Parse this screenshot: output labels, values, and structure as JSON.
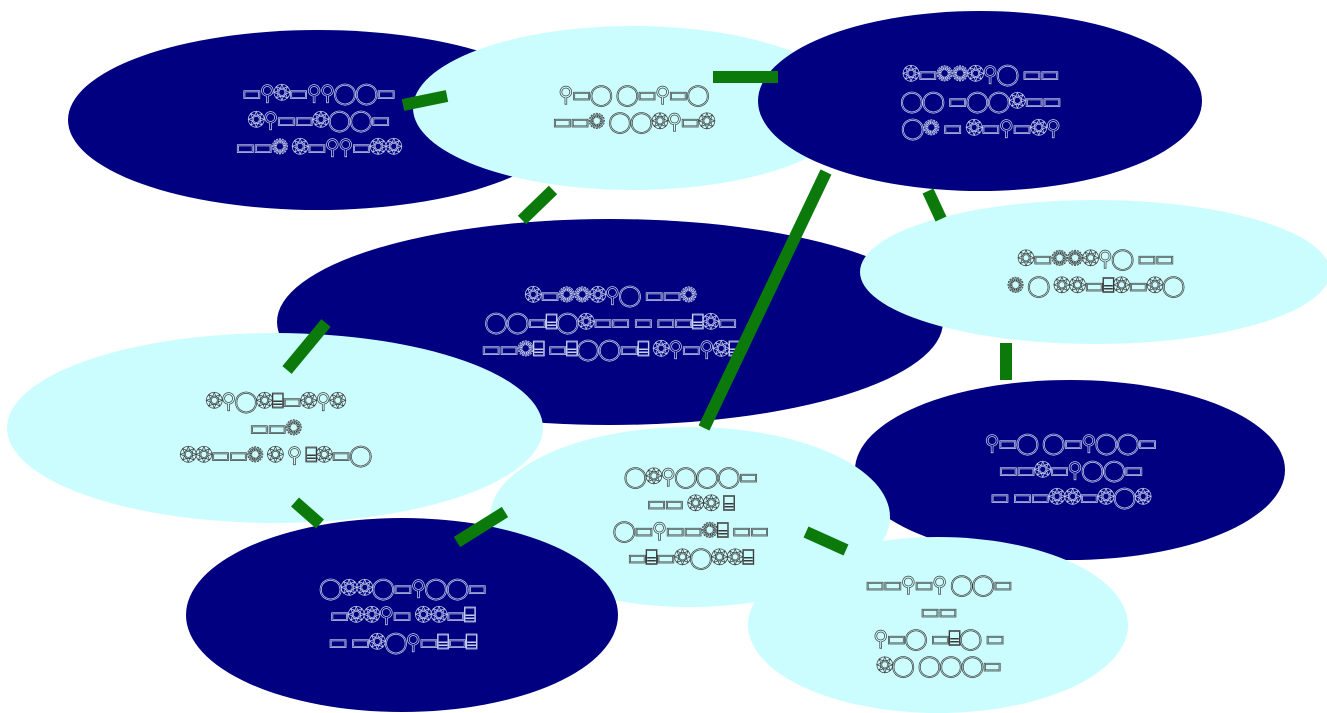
{
  "colors": {
    "dark_node": "#000080",
    "light_node": "#ccfdfe",
    "edge": "#0b7a0b",
    "glyph_on_dark": "#c9d2ee",
    "glyph_on_light": "#3a3a3a"
  },
  "glyph_symbols": {
    "box_bubble": "▭",
    "round_bubble": "◯",
    "magnifier": "⚲",
    "burst_bubble": "✺",
    "wavy_bubble": "❂",
    "square_tail_bubble": "⌸"
  },
  "nodes": [
    {
      "id": "n1",
      "style": "dark",
      "lines": [
        "▭⚲❂▭⚲⚲◯◯▭",
        "❂⚲▭▭❂◯◯▭",
        "▭▭✺ ❂▭⚲⚲▭❂❂"
      ]
    },
    {
      "id": "n2",
      "style": "light",
      "lines": [
        "⚲▭◯ ◯▭⚲▭◯",
        "▭▭✺ ◯◯❂⚲▭❂"
      ]
    },
    {
      "id": "n3",
      "style": "dark",
      "lines": [
        "❂▭✺✺❂⚲◯ ▭▭",
        "◯◯ ▭◯◯❂▭▭",
        "◯✺ ▭ ❂▭⚲▭❂⚲"
      ]
    },
    {
      "id": "n4",
      "style": "dark",
      "lines": [
        "❂▭✺✺❂⚲◯ ▭▭✺",
        "◯◯▭⌸◯❂▭▭ ▭ ▭▭⌸❂▭",
        "▭▭✺⌸ ▭⌸◯◯▭⌸ ❂⚲▭⚲❂⌸"
      ]
    },
    {
      "id": "n5",
      "style": "light",
      "lines": [
        "❂▭✺✺❂⚲◯ ▭▭",
        "✺ ◯ ❂❂▭⌸❂▭❂◯"
      ]
    },
    {
      "id": "n6",
      "style": "light",
      "lines": [
        "❂⚲◯❂⌸▭❂⚲❂",
        "▭▭✺",
        "❂❂▭▭✺ ❂ ⚲ ⌸❂▭◯"
      ]
    },
    {
      "id": "n7",
      "style": "dark",
      "lines": [
        "⚲▭◯ ◯▭⚲◯◯▭",
        "▭▭❂▭⚲◯◯▭",
        "▭ ▭▭❂❂▭❂◯❂"
      ]
    },
    {
      "id": "n8",
      "style": "light",
      "lines": [
        "◯❂⚲◯◯◯▭",
        "▭▭ ❂❂ ⌸",
        "◯▭⚲▭▭✺⌸ ▭▭",
        "▭⌸▭❂◯❂❂⌸"
      ]
    },
    {
      "id": "n9",
      "style": "dark",
      "lines": [
        "◯❂❂◯▭⚲◯◯▭",
        "▭❂❂⚲▭ ❂❂▭⌸",
        "▭ ▭❂◯⚲▭⌸▭⌸"
      ]
    },
    {
      "id": "n10",
      "style": "light",
      "lines": [
        "▭▭⚲▭⚲ ◯◯▭",
        "▭▭",
        "⚲▭◯ ▭⌸◯ ▭",
        "❂◯ ◯◯◯▭"
      ]
    }
  ],
  "edges": [
    {
      "from": "n1",
      "to": "n2"
    },
    {
      "from": "n2",
      "to": "n3"
    },
    {
      "from": "n2",
      "to": "n4"
    },
    {
      "from": "n3",
      "to": "n5"
    },
    {
      "from": "n3",
      "to": "n8"
    },
    {
      "from": "n4",
      "to": "n6"
    },
    {
      "from": "n5",
      "to": "n7"
    },
    {
      "from": "n6",
      "to": "n9"
    },
    {
      "from": "n8",
      "to": "n9"
    },
    {
      "from": "n8",
      "to": "n10"
    }
  ]
}
